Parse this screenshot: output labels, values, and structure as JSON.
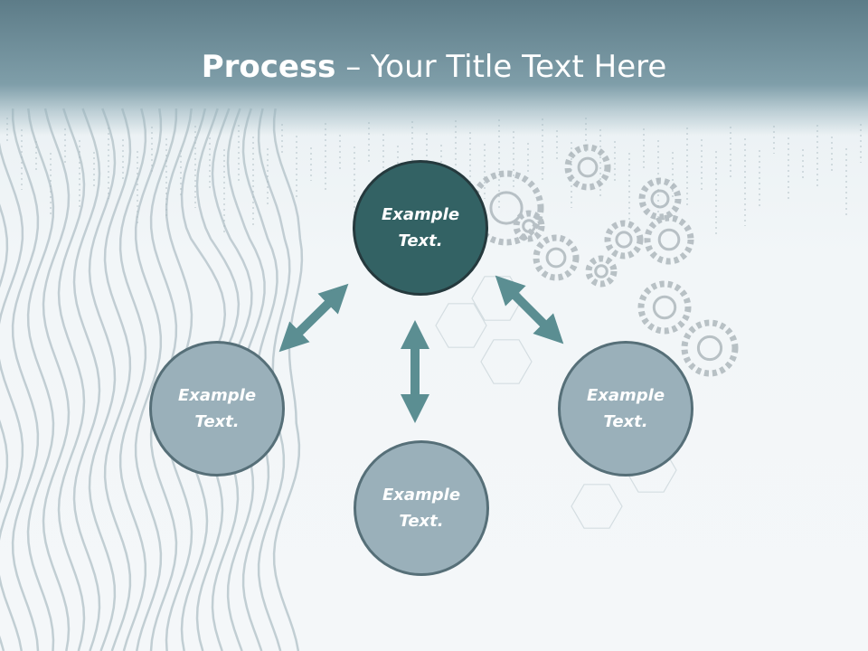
{
  "title": {
    "bold": "Process",
    "rest": " – Your Title Text Here"
  },
  "nodes": {
    "top": "Example Text.",
    "left": "Example Text.",
    "right": "Example Text.",
    "bottom": "Example Text."
  },
  "colors": {
    "header": "#6f8f9a",
    "node_dark": "#336264",
    "node_light": "#9ab0ba",
    "arrow": "#5b8e92"
  }
}
